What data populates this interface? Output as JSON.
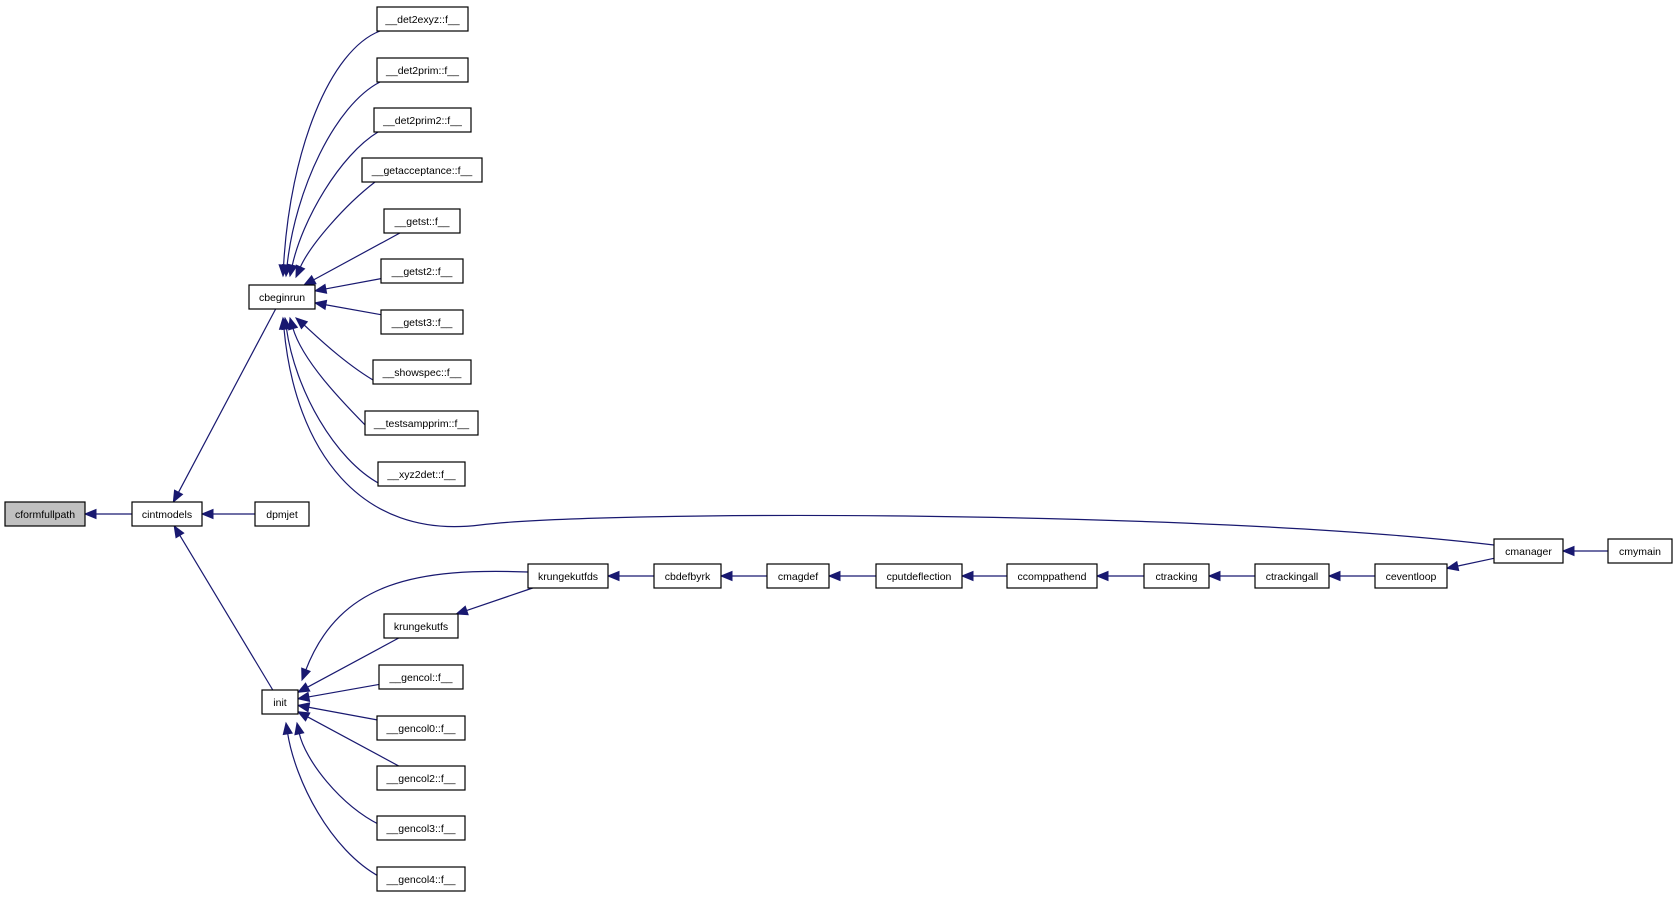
{
  "graph": {
    "colors": {
      "edge": "#191970",
      "root_fill": "#c0c0c0",
      "node_fill": "#ffffff",
      "node_stroke": "#000000"
    },
    "nodes": [
      {
        "id": "cformfullpath",
        "label": "cformfullpath",
        "highlighted": true
      },
      {
        "id": "cintmodels",
        "label": "cintmodels"
      },
      {
        "id": "dpmjet",
        "label": "dpmjet"
      },
      {
        "id": "cbeginrun",
        "label": "cbeginrun"
      },
      {
        "id": "init",
        "label": "init"
      },
      {
        "id": "det2exyz",
        "label": "__det2exyz::f__"
      },
      {
        "id": "det2prim",
        "label": "__det2prim::f__"
      },
      {
        "id": "det2prim2",
        "label": "__det2prim2::f__"
      },
      {
        "id": "getacceptance",
        "label": "__getacceptance::f__"
      },
      {
        "id": "getst",
        "label": "__getst::f__"
      },
      {
        "id": "getst2",
        "label": "__getst2::f__"
      },
      {
        "id": "getst3",
        "label": "__getst3::f__"
      },
      {
        "id": "showspec",
        "label": "__showspec::f__"
      },
      {
        "id": "testsampprim",
        "label": "__testsampprim::f__"
      },
      {
        "id": "xyz2det",
        "label": "__xyz2det::f__"
      },
      {
        "id": "krungekutfds",
        "label": "krungekutfds"
      },
      {
        "id": "krungekutfs",
        "label": "krungekutfs"
      },
      {
        "id": "gencol",
        "label": "__gencol::f__"
      },
      {
        "id": "gencol0",
        "label": "__gencol0::f__"
      },
      {
        "id": "gencol2",
        "label": "__gencol2::f__"
      },
      {
        "id": "gencol3",
        "label": "__gencol3::f__"
      },
      {
        "id": "gencol4",
        "label": "__gencol4::f__"
      },
      {
        "id": "cbdefbyrk",
        "label": "cbdefbyrk"
      },
      {
        "id": "cmagdef",
        "label": "cmagdef"
      },
      {
        "id": "cputdeflection",
        "label": "cputdeflection"
      },
      {
        "id": "ccomppathend",
        "label": "ccomppathend"
      },
      {
        "id": "ctracking",
        "label": "ctracking"
      },
      {
        "id": "ctrackingall",
        "label": "ctrackingall"
      },
      {
        "id": "ceventloop",
        "label": "ceventloop"
      },
      {
        "id": "cmanager",
        "label": "cmanager"
      },
      {
        "id": "cmymain",
        "label": "cmymain"
      }
    ],
    "edges": [
      {
        "from": "cintmodels",
        "to": "cformfullpath"
      },
      {
        "from": "dpmjet",
        "to": "cintmodels"
      },
      {
        "from": "cbeginrun",
        "to": "cintmodels"
      },
      {
        "from": "init",
        "to": "cintmodels"
      },
      {
        "from": "det2exyz",
        "to": "cbeginrun"
      },
      {
        "from": "det2prim",
        "to": "cbeginrun"
      },
      {
        "from": "det2prim2",
        "to": "cbeginrun"
      },
      {
        "from": "getacceptance",
        "to": "cbeginrun"
      },
      {
        "from": "getst",
        "to": "cbeginrun"
      },
      {
        "from": "getst2",
        "to": "cbeginrun"
      },
      {
        "from": "getst3",
        "to": "cbeginrun"
      },
      {
        "from": "showspec",
        "to": "cbeginrun"
      },
      {
        "from": "testsampprim",
        "to": "cbeginrun"
      },
      {
        "from": "xyz2det",
        "to": "cbeginrun"
      },
      {
        "from": "cmanager",
        "to": "cbeginrun"
      },
      {
        "from": "krungekutfds",
        "to": "init"
      },
      {
        "from": "krungekutfs",
        "to": "init"
      },
      {
        "from": "gencol",
        "to": "init"
      },
      {
        "from": "gencol0",
        "to": "init"
      },
      {
        "from": "gencol2",
        "to": "init"
      },
      {
        "from": "gencol3",
        "to": "init"
      },
      {
        "from": "gencol4",
        "to": "init"
      },
      {
        "from": "krungekutfds",
        "to": "krungekutfs"
      },
      {
        "from": "cbdefbyrk",
        "to": "krungekutfds"
      },
      {
        "from": "cmagdef",
        "to": "cbdefbyrk"
      },
      {
        "from": "cputdeflection",
        "to": "cmagdef"
      },
      {
        "from": "ccomppathend",
        "to": "cputdeflection"
      },
      {
        "from": "ctracking",
        "to": "ccomppathend"
      },
      {
        "from": "ctrackingall",
        "to": "ctracking"
      },
      {
        "from": "ceventloop",
        "to": "ctrackingall"
      },
      {
        "from": "cmanager",
        "to": "ceventloop"
      },
      {
        "from": "cmymain",
        "to": "cmanager"
      }
    ]
  }
}
